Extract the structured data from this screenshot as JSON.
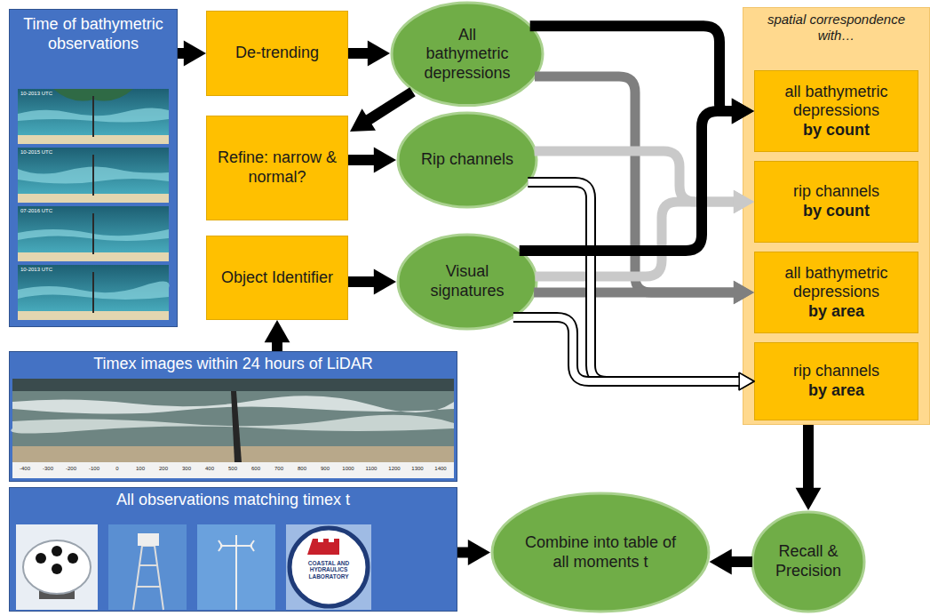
{
  "diagram": {
    "nodes": [
      {
        "text": [
          "Time of bathymetric observations"
        ]
      },
      {
        "text": [
          "De-trending"
        ]
      },
      {
        "text": [
          "All bathymetric depressions"
        ]
      },
      {
        "text": [
          "Refine: narrow & normal?"
        ]
      },
      {
        "text": [
          "Rip channels"
        ]
      },
      {
        "text": [
          "Object Identifier"
        ]
      },
      {
        "text": [
          "Visual signatures"
        ]
      },
      {
        "text": [
          "spatial correspondence with…"
        ]
      },
      {
        "text": [
          "all bathymetric depressions",
          "by count"
        ],
        "in": 7
      },
      {
        "text": [
          "rip channels",
          "by count"
        ],
        "in": 7
      },
      {
        "text": [
          "all bathymetric depressions",
          "by area"
        ],
        "in": 7
      },
      {
        "text": [
          "rip channels",
          "by area"
        ],
        "in": 7
      },
      {
        "text": [
          "Timex images within 24 hours of LiDAR"
        ]
      },
      {
        "text": [
          "All observations matching timex t"
        ]
      },
      {
        "text": [
          "Recall & Precision"
        ]
      },
      {
        "text": [
          "Combine into table of all moments t"
        ]
      }
    ],
    "edges": [
      {
        "from": 0,
        "to": 1,
        "arrow": "to"
      },
      {
        "from": 1,
        "to": 2,
        "arrow": "to"
      },
      {
        "from": 2,
        "to": 3,
        "arrow": "to"
      },
      {
        "from": 3,
        "to": 4,
        "arrow": "to"
      },
      {
        "from": 12,
        "to": 5,
        "arrow": "to"
      },
      {
        "from": 5,
        "to": 6,
        "arrow": "to"
      },
      {
        "from": 2,
        "to": 8,
        "arrow": "to"
      },
      {
        "from": 6,
        "to": 8,
        "arrow": "to"
      },
      {
        "from": 4,
        "to": 9,
        "arrow": "to"
      },
      {
        "from": 6,
        "to": 9,
        "arrow": "to"
      },
      {
        "from": 2,
        "to": 10,
        "arrow": "to"
      },
      {
        "from": 6,
        "to": 10,
        "arrow": "to"
      },
      {
        "from": 4,
        "to": 11,
        "arrow": "to"
      },
      {
        "from": 6,
        "to": 11,
        "arrow": "to"
      },
      {
        "from": 7,
        "to": 14,
        "arrow": "to"
      },
      {
        "from": 14,
        "to": 15,
        "arrow": "to"
      },
      {
        "from": 13,
        "to": 15,
        "arrow": "to"
      }
    ],
    "labels": [
      "10-2013 UTC",
      "10-2015 UTC",
      "07-2016 UTC",
      "10-2013 UTC",
      "-400",
      "-300",
      "-200",
      "-100",
      "0",
      "100",
      "200",
      "300",
      "400",
      "500",
      "600",
      "700",
      "800",
      "900",
      "1000",
      "1100",
      "1200",
      "1300",
      "1400",
      "COASTAL AND HYDRAULICS LABORATORY"
    ]
  }
}
